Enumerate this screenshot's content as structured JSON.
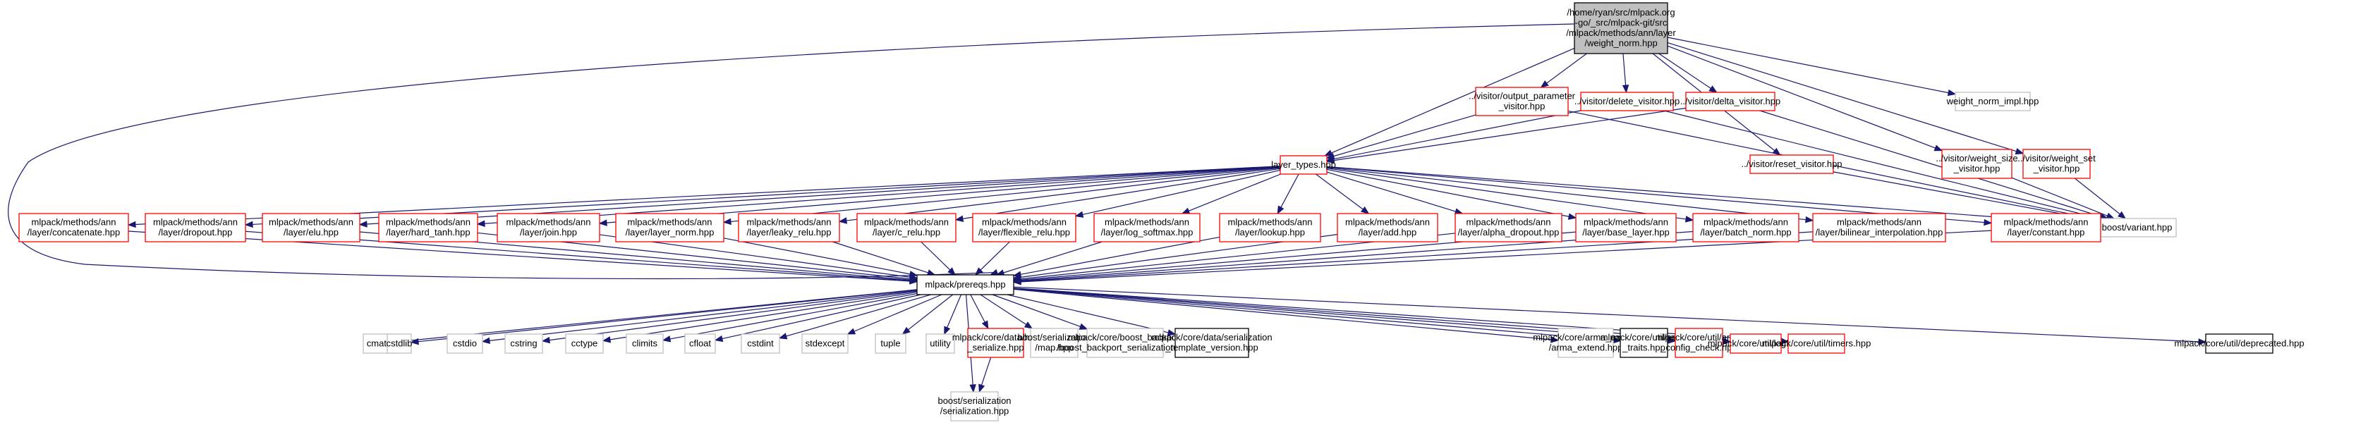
{
  "diagram": {
    "type": "include-dependency-graph",
    "colors": {
      "edge": "#191970",
      "root_fill": "#bfbfbf",
      "root_border": "#000000",
      "red_border": "#ff0000",
      "gray_border": "#bfbfbf",
      "black_border": "#000000",
      "node_fill": "#ffffff"
    },
    "nodes": [
      {
        "id": "root",
        "lines": [
          "/home/ryan/src/mlpack.org",
          "-go/_src/mlpack-git/src",
          "/mlpack/methods/ann/layer",
          "/weight_norm.hpp"
        ],
        "style": "root"
      },
      {
        "id": "outparam",
        "lines": [
          "../visitor/output_parameter",
          "_visitor.hpp"
        ],
        "style": "red"
      },
      {
        "id": "delete",
        "lines": [
          "../visitor/delete_visitor.hpp"
        ],
        "style": "red"
      },
      {
        "id": "delta",
        "lines": [
          "../visitor/delta_visitor.hpp"
        ],
        "style": "red"
      },
      {
        "id": "reset",
        "lines": [
          "../visitor/reset_visitor.hpp"
        ],
        "style": "red"
      },
      {
        "id": "wsize",
        "lines": [
          "../visitor/weight_size",
          "_visitor.hpp"
        ],
        "style": "red"
      },
      {
        "id": "wset",
        "lines": [
          "../visitor/weight_set",
          "_visitor.hpp"
        ],
        "style": "red"
      },
      {
        "id": "impl",
        "lines": [
          "weight_norm_impl.hpp"
        ],
        "style": "gray"
      },
      {
        "id": "layertypes",
        "lines": [
          "layer_types.hpp"
        ],
        "style": "red"
      },
      {
        "id": "variant",
        "lines": [
          "boost/variant.hpp"
        ],
        "style": "gray"
      },
      {
        "id": "concatenate",
        "lines": [
          "mlpack/methods/ann",
          "/layer/concatenate.hpp"
        ],
        "style": "red"
      },
      {
        "id": "dropout",
        "lines": [
          "mlpack/methods/ann",
          "/layer/dropout.hpp"
        ],
        "style": "red"
      },
      {
        "id": "elu",
        "lines": [
          "mlpack/methods/ann",
          "/layer/elu.hpp"
        ],
        "style": "red"
      },
      {
        "id": "hardtanh",
        "lines": [
          "mlpack/methods/ann",
          "/layer/hard_tanh.hpp"
        ],
        "style": "red"
      },
      {
        "id": "join",
        "lines": [
          "mlpack/methods/ann",
          "/layer/join.hpp"
        ],
        "style": "red"
      },
      {
        "id": "layernorm",
        "lines": [
          "mlpack/methods/ann",
          "/layer/layer_norm.hpp"
        ],
        "style": "red"
      },
      {
        "id": "leakyrelu",
        "lines": [
          "mlpack/methods/ann",
          "/layer/leaky_relu.hpp"
        ],
        "style": "red"
      },
      {
        "id": "crelu",
        "lines": [
          "mlpack/methods/ann",
          "/layer/c_relu.hpp"
        ],
        "style": "red"
      },
      {
        "id": "flexrelu",
        "lines": [
          "mlpack/methods/ann",
          "/layer/flexible_relu.hpp"
        ],
        "style": "red"
      },
      {
        "id": "logsoftmax",
        "lines": [
          "mlpack/methods/ann",
          "/layer/log_softmax.hpp"
        ],
        "style": "red"
      },
      {
        "id": "lookup",
        "lines": [
          "mlpack/methods/ann",
          "/layer/lookup.hpp"
        ],
        "style": "red"
      },
      {
        "id": "add",
        "lines": [
          "mlpack/methods/ann",
          "/layer/add.hpp"
        ],
        "style": "red"
      },
      {
        "id": "alphadropout",
        "lines": [
          "mlpack/methods/ann",
          "/layer/alpha_dropout.hpp"
        ],
        "style": "red"
      },
      {
        "id": "baselayer",
        "lines": [
          "mlpack/methods/ann",
          "/layer/base_layer.hpp"
        ],
        "style": "red"
      },
      {
        "id": "batchnorm",
        "lines": [
          "mlpack/methods/ann",
          "/layer/batch_norm.hpp"
        ],
        "style": "red"
      },
      {
        "id": "bilinear",
        "lines": [
          "mlpack/methods/ann",
          "/layer/bilinear_interpolation.hpp"
        ],
        "style": "red"
      },
      {
        "id": "constant",
        "lines": [
          "mlpack/methods/ann",
          "/layer/constant.hpp"
        ],
        "style": "red"
      },
      {
        "id": "prereqs",
        "lines": [
          "mlpack/prereqs.hpp"
        ],
        "style": "black"
      },
      {
        "id": "cmath",
        "lines": [
          "cmath"
        ],
        "style": "gray"
      },
      {
        "id": "cstdlib",
        "lines": [
          "cstdlib"
        ],
        "style": "gray"
      },
      {
        "id": "cstdio",
        "lines": [
          "cstdio"
        ],
        "style": "gray"
      },
      {
        "id": "cstring",
        "lines": [
          "cstring"
        ],
        "style": "gray"
      },
      {
        "id": "cctype",
        "lines": [
          "cctype"
        ],
        "style": "gray"
      },
      {
        "id": "climits",
        "lines": [
          "climits"
        ],
        "style": "gray"
      },
      {
        "id": "cfloat",
        "lines": [
          "cfloat"
        ],
        "style": "gray"
      },
      {
        "id": "cstdint",
        "lines": [
          "cstdint"
        ],
        "style": "gray"
      },
      {
        "id": "stdexcept",
        "lines": [
          "stdexcept"
        ],
        "style": "gray"
      },
      {
        "id": "tuple",
        "lines": [
          "tuple"
        ],
        "style": "gray"
      },
      {
        "id": "utility",
        "lines": [
          "utility"
        ],
        "style": "gray"
      },
      {
        "id": "hasserialize",
        "lines": [
          "mlpack/core/data/has",
          "_serialize.hpp"
        ],
        "style": "red"
      },
      {
        "id": "sermap",
        "lines": [
          "boost/serialization",
          "/map.hpp"
        ],
        "style": "gray"
      },
      {
        "id": "backport",
        "lines": [
          "mlpack/core/boost_backport",
          "/boost_backport_serialization.hpp"
        ],
        "style": "gray"
      },
      {
        "id": "sertemplate",
        "lines": [
          "mlpack/core/data/serialization",
          "_template_version.hpp"
        ],
        "style": "black"
      },
      {
        "id": "armaextend",
        "lines": [
          "mlpack/core/arma_extend",
          "/arma_extend.hpp"
        ],
        "style": "gray"
      },
      {
        "id": "armatraits",
        "lines": [
          "mlpack/core/util/arma",
          "_traits.hpp"
        ],
        "style": "black"
      },
      {
        "id": "armaconfig",
        "lines": [
          "mlpack/core/util/arma",
          "_config_check.hpp"
        ],
        "style": "red"
      },
      {
        "id": "log",
        "lines": [
          "mlpack/core/util/log.hpp"
        ],
        "style": "red"
      },
      {
        "id": "timers",
        "lines": [
          "mlpack/core/util/timers.hpp"
        ],
        "style": "red"
      },
      {
        "id": "deprecated",
        "lines": [
          "mlpack/core/util/deprecated.hpp"
        ],
        "style": "black"
      },
      {
        "id": "serialization",
        "lines": [
          "boost/serialization",
          "/serialization.hpp"
        ],
        "style": "gray"
      }
    ],
    "edges": [
      [
        "root",
        "outparam"
      ],
      [
        "root",
        "delete"
      ],
      [
        "root",
        "delta"
      ],
      [
        "root",
        "reset"
      ],
      [
        "root",
        "wsize"
      ],
      [
        "root",
        "wset"
      ],
      [
        "root",
        "impl"
      ],
      [
        "root",
        "layertypes"
      ],
      [
        "root",
        "prereqs"
      ],
      [
        "outparam",
        "layertypes"
      ],
      [
        "outparam",
        "variant"
      ],
      [
        "delete",
        "layertypes"
      ],
      [
        "delete",
        "variant"
      ],
      [
        "delta",
        "layertypes"
      ],
      [
        "delta",
        "variant"
      ],
      [
        "reset",
        "variant"
      ],
      [
        "wsize",
        "variant"
      ],
      [
        "wset",
        "variant"
      ],
      [
        "layertypes",
        "variant"
      ],
      [
        "layertypes",
        "concatenate"
      ],
      [
        "layertypes",
        "dropout"
      ],
      [
        "layertypes",
        "elu"
      ],
      [
        "layertypes",
        "hardtanh"
      ],
      [
        "layertypes",
        "join"
      ],
      [
        "layertypes",
        "layernorm"
      ],
      [
        "layertypes",
        "leakyrelu"
      ],
      [
        "layertypes",
        "crelu"
      ],
      [
        "layertypes",
        "flexrelu"
      ],
      [
        "layertypes",
        "logsoftmax"
      ],
      [
        "layertypes",
        "lookup"
      ],
      [
        "layertypes",
        "add"
      ],
      [
        "layertypes",
        "alphadropout"
      ],
      [
        "layertypes",
        "baselayer"
      ],
      [
        "layertypes",
        "batchnorm"
      ],
      [
        "layertypes",
        "bilinear"
      ],
      [
        "layertypes",
        "constant"
      ],
      [
        "concatenate",
        "prereqs"
      ],
      [
        "dropout",
        "prereqs"
      ],
      [
        "elu",
        "prereqs"
      ],
      [
        "hardtanh",
        "prereqs"
      ],
      [
        "join",
        "prereqs"
      ],
      [
        "layernorm",
        "prereqs"
      ],
      [
        "leakyrelu",
        "prereqs"
      ],
      [
        "crelu",
        "prereqs"
      ],
      [
        "flexrelu",
        "prereqs"
      ],
      [
        "logsoftmax",
        "prereqs"
      ],
      [
        "lookup",
        "prereqs"
      ],
      [
        "add",
        "prereqs"
      ],
      [
        "alphadropout",
        "prereqs"
      ],
      [
        "baselayer",
        "prereqs"
      ],
      [
        "batchnorm",
        "prereqs"
      ],
      [
        "bilinear",
        "prereqs"
      ],
      [
        "constant",
        "prereqs"
      ],
      [
        "prereqs",
        "cmath"
      ],
      [
        "prereqs",
        "cstdlib"
      ],
      [
        "prereqs",
        "cstdio"
      ],
      [
        "prereqs",
        "cstring"
      ],
      [
        "prereqs",
        "cctype"
      ],
      [
        "prereqs",
        "climits"
      ],
      [
        "prereqs",
        "cfloat"
      ],
      [
        "prereqs",
        "cstdint"
      ],
      [
        "prereqs",
        "stdexcept"
      ],
      [
        "prereqs",
        "tuple"
      ],
      [
        "prereqs",
        "utility"
      ],
      [
        "prereqs",
        "hasserialize"
      ],
      [
        "prereqs",
        "sermap"
      ],
      [
        "prereqs",
        "backport"
      ],
      [
        "prereqs",
        "sertemplate"
      ],
      [
        "prereqs",
        "armaextend"
      ],
      [
        "prereqs",
        "armatraits"
      ],
      [
        "prereqs",
        "armaconfig"
      ],
      [
        "prereqs",
        "log"
      ],
      [
        "prereqs",
        "timers"
      ],
      [
        "prereqs",
        "deprecated"
      ],
      [
        "prereqs",
        "serialization"
      ],
      [
        "hasserialize",
        "serialization"
      ]
    ]
  }
}
